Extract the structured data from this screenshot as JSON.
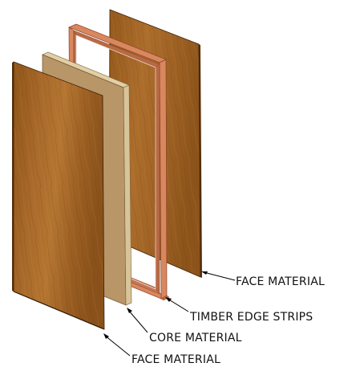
{
  "labels": {
    "face_back": "FACE MATERIAL",
    "edge_strips": "TIMBER EDGE STRIPS",
    "core": "CORE MATERIAL",
    "face_front": "FACE MATERIAL"
  },
  "colors": {
    "veneer_light": "#b0742e",
    "veneer_mid": "#93591c",
    "veneer_dark": "#6b3c10",
    "veneer_edge": "#5a3210",
    "core_face": "#b89668",
    "core_edge": "#d8c49a",
    "strip_face": "#d9875f",
    "strip_edge": "#b86a45",
    "strip_outline": "#8a4426"
  }
}
